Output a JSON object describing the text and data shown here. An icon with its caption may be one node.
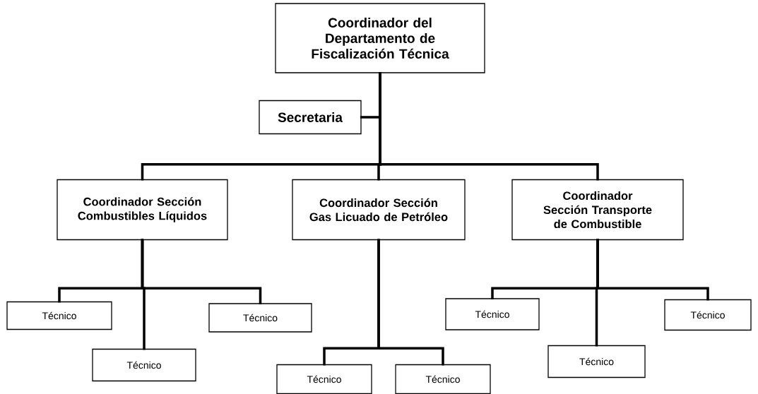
{
  "diagram": {
    "nodes": [
      {
        "text": [
          "Coordinador del Departamento de Fiscalización Técnica"
        ]
      },
      {
        "text": [
          "Secretaria"
        ]
      },
      {
        "text": [
          "Coordinador Sección Combustibles Líquidos"
        ]
      },
      {
        "text": [
          "Coordinador Sección Gas Licuado de Petróleo"
        ]
      },
      {
        "text": [
          "Coordinador Sección Transporte de Combustible"
        ]
      },
      {
        "text": [
          "Técnico"
        ]
      },
      {
        "text": [
          "Técnico"
        ]
      },
      {
        "text": [
          "Técnico"
        ]
      },
      {
        "text": [
          "Técnico"
        ]
      },
      {
        "text": [
          "Técnico"
        ]
      },
      {
        "text": [
          "Técnico"
        ]
      },
      {
        "text": [
          "Técnico"
        ]
      },
      {
        "text": [
          "Técnico"
        ]
      }
    ],
    "edges": [
      {
        "from": 0,
        "to": 1,
        "arrow": "none"
      },
      {
        "from": 0,
        "to": 2,
        "arrow": "none"
      },
      {
        "from": 0,
        "to": 3,
        "arrow": "none"
      },
      {
        "from": 0,
        "to": 4,
        "arrow": "none"
      },
      {
        "from": 2,
        "to": 5,
        "arrow": "none"
      },
      {
        "from": 2,
        "to": 6,
        "arrow": "none"
      },
      {
        "from": 2,
        "to": 7,
        "arrow": "none"
      },
      {
        "from": 3,
        "to": 8,
        "arrow": "none"
      },
      {
        "from": 3,
        "to": 9,
        "arrow": "none"
      },
      {
        "from": 4,
        "to": 10,
        "arrow": "none"
      },
      {
        "from": 4,
        "to": 11,
        "arrow": "none"
      },
      {
        "from": 4,
        "to": 12,
        "arrow": "none"
      }
    ]
  }
}
